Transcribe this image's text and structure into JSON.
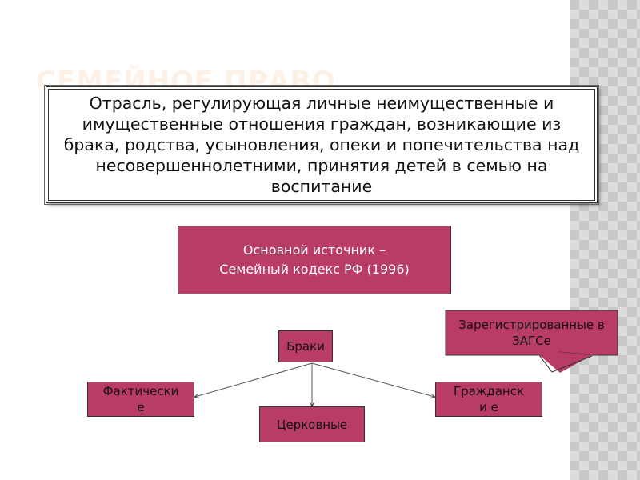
{
  "slide": {
    "title": "СЕМЕЙНОЕ ПРАВО",
    "definition": "Отрасль, регулирующая личные неимущественные и имущественные отношения граждан, возникающие из брака, родства, усыновления, опеки и попечительства над несовершеннолетними, принятия детей в семью на воспитание",
    "source_line1": "Основной источник –",
    "source_line2": "Семейный кодекс РФ (1996)",
    "marriages": "Браки",
    "actual": "Фактически е",
    "church": "Церковные",
    "civil": "Гражданск и е",
    "callout": "Зарегистрированные в ЗАГСе"
  },
  "colors": {
    "box_fill": "#b93c64"
  }
}
